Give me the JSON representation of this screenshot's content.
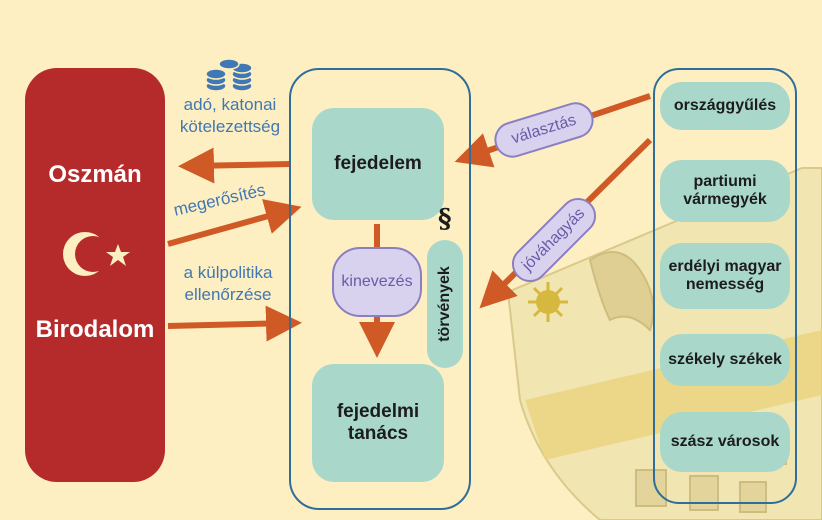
{
  "empire": {
    "title_top": "Oszmán",
    "title_bottom": "Birodalom",
    "color": "#b52b2b"
  },
  "left_labels": {
    "tax": "adó, katonai\nkötelezettség",
    "confirm": "megerősítés",
    "foreign": "a külpolitika\nellenőrzése"
  },
  "center": {
    "prince": "fejedelem",
    "council": "fejedelmi\ntanács",
    "appointment": "kinevezés",
    "laws": "törvények",
    "section_symbol": "§"
  },
  "edge_labels": {
    "election": "választás",
    "approval": "jóváhagyás"
  },
  "right_column": {
    "items": [
      "országgyűlés",
      "partiumi\nvármegyék",
      "erdélyi magyar\nnemesség",
      "székely székek",
      "szász városok"
    ]
  },
  "colors": {
    "background": "#fdefc1",
    "arrow": "#cf5a26",
    "box": "#a9d8cb",
    "frame": "#2f6e9a",
    "oval_fill": "#d9d2ee",
    "oval_border": "#8b7fc2",
    "label_blue": "#3f78b4"
  },
  "icons": [
    "coins-icon",
    "crescent-star-icon",
    "sun-icon",
    "eagle-icon",
    "tower-icon"
  ]
}
